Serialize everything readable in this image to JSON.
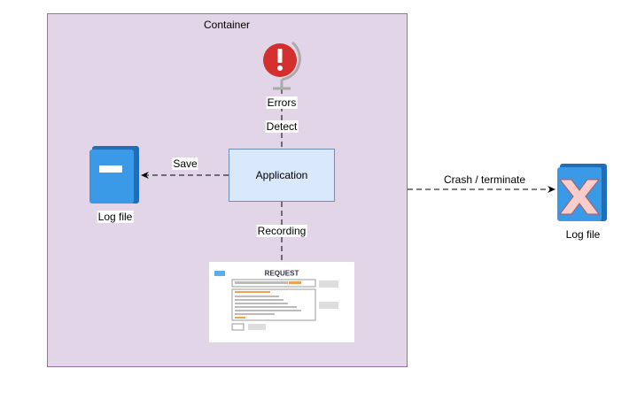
{
  "container": {
    "title": "Container"
  },
  "nodes": {
    "errors": {
      "label": "Errors",
      "icon": "error-globe-icon"
    },
    "application": {
      "label": "Application"
    },
    "log_file_left": {
      "label": "Log file",
      "icon": "book-icon"
    },
    "log_file_right": {
      "label": "Log file",
      "icon": "book-x-icon"
    },
    "request_screenshot": {
      "title": "REQUEST"
    }
  },
  "edges": {
    "detect": "Detect",
    "save": "Save",
    "recording": "Recording",
    "crash": "Crash / terminate"
  },
  "colors": {
    "container_fill": "#e1d5e7",
    "container_stroke": "#9673a6",
    "app_fill": "#dae8fc",
    "app_stroke": "#6c8ebf",
    "error_red": "#d32f2f",
    "book_blue": "#2d8fe0"
  }
}
